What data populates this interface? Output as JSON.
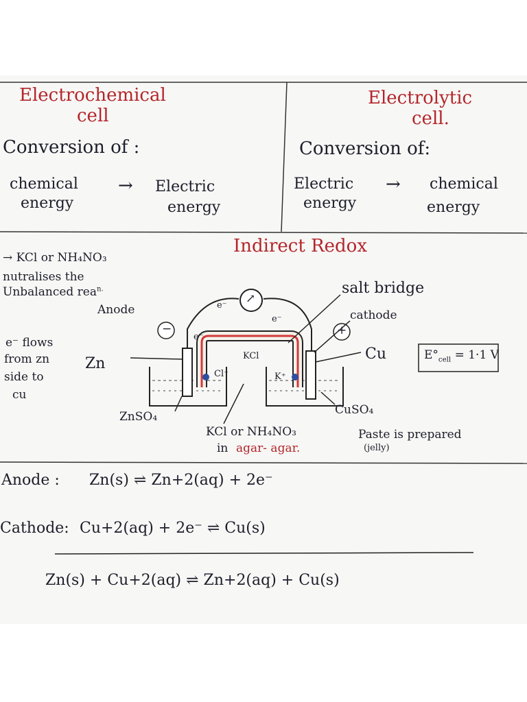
{
  "comparison": {
    "left_title_1": "Electrochemical",
    "left_title_2": "cell",
    "left_conversion": "Conversion of :",
    "left_from_1": "chemical",
    "left_from_2": "energy",
    "left_arrow": "→",
    "left_to_1": "Electric",
    "left_to_2": "energy",
    "right_title_1": "Electrolytic",
    "right_title_2": "cell.",
    "right_conversion": "Conversion of:",
    "right_from_1": "Electric",
    "right_from_2": "energy",
    "right_arrow": "→",
    "right_to_1": "chemical",
    "right_to_2": "energy"
  },
  "section": {
    "title": "Indirect Redox"
  },
  "notes": {
    "kcl_line1": "→ KCl or NH₄NO₃",
    "kcl_line2": "nutralises the",
    "kcl_line3": "Unbalanced rea",
    "kcl_line3_sup": "n.",
    "eflow_1": "e⁻ flows",
    "eflow_2": "from zn",
    "eflow_3": "side to",
    "eflow_4": "cu"
  },
  "diagram": {
    "anode": "Anode",
    "cathode": "cathode",
    "salt_bridge": "salt bridge",
    "minus": "−",
    "plus": "+",
    "voltmeter": "↗",
    "e1": "e⁻",
    "e2": "e⁻",
    "e3": "e⁻",
    "zn": "Zn",
    "cu": "Cu",
    "kcl": "KCl",
    "cl": "Cl⁻",
    "k": "K⁺",
    "znso4": "ZnSO₄",
    "cuso4": "CuSO₄",
    "ecell": "E°",
    "ecell_sub": "cell",
    "ecell_val": "= 1·1 V",
    "paste_1": "KCl or NH₄NO₃",
    "paste_2": "Paste is prepared",
    "paste_3": "in",
    "paste_agar": "agar- agar.",
    "paste_jelly": "(jelly)"
  },
  "reactions": {
    "anode_label": "Anode :",
    "anode_eq": "Zn(s) ⇌ Zn+2(aq) + 2e⁻",
    "cathode_label": "Cathode:",
    "cathode_eq": "Cu+2(aq) + 2e⁻ ⇌ Cu(s)",
    "net_eq": "Zn(s) + Cu+2(aq) ⇌ Zn+2(aq) + Cu(s)"
  },
  "colors": {
    "ink": "#1d1d2b",
    "red_ink": "#b3262b",
    "salt_bridge_red": "#d33a3a"
  }
}
